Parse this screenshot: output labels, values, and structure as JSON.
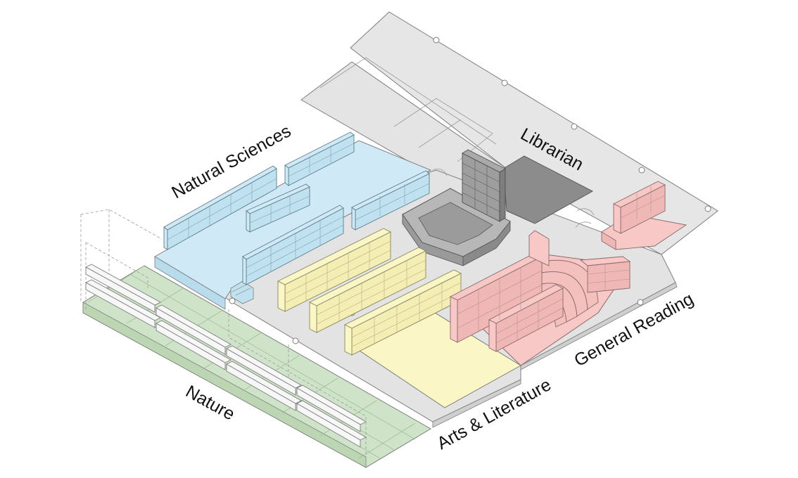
{
  "labels": {
    "natural_sciences": "Natural Sciences",
    "librarian": "Librarian",
    "general_reading": "General Reading",
    "arts_literature": "Arts & Literature",
    "nature": "Nature"
  },
  "colors": {
    "floor": "#e5e5e5",
    "floor_edge": "#7d7d7d",
    "natural_sciences": "#cfeaf6",
    "arts_literature": "#fbf6c6",
    "general_reading": "#f7c8c6",
    "nature": "#cfe3c8",
    "librarian": "#8c8c8c",
    "shelf_white": "#f3f3f3"
  }
}
